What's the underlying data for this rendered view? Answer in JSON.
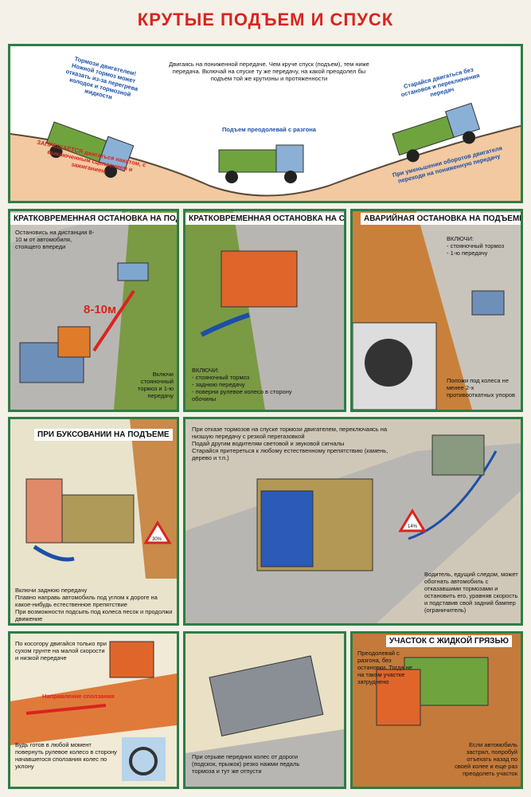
{
  "title": "КРУТЫЕ ПОДЪЕМ И СПУСК",
  "top": {
    "intro": "Двигаясь на пониженной передаче. Чем круче спуск (подъем), тем ниже передача. Включай на спуске ту же передачу, на какой преодолел бы подъем той же крутизны и протяженности",
    "brake_warning": "Тормози двигателем! Ножной тормоз может отказать из-за перегрева колодок и тормозной жидкости",
    "no_coasting": "ЗАПРЕЩАЕТСЯ двигаться накатом, с выключенным сцеплением и зажиганием",
    "climb_momentum": "Подъем преодолевай с разгона",
    "no_stops": "Старайся двигаться без остановок и переключения передач",
    "low_gear": "При уменьшении оборотов двигателя переходи на пониженную передачу"
  },
  "panel_stop_up": {
    "title": "КРАТКОВРЕМЕННАЯ ОСТАНОВКА НА ПОДЪЕМЕ",
    "text1": "Остановись на дистанции 8-10 м от автомобиля, стоящего впереди",
    "distance": "8-10м",
    "text2": "Включи стояночный тормоз и 1-ю передачу"
  },
  "panel_stop_down": {
    "title": "КРАТКОВРЕМЕННАЯ ОСТАНОВКА НА СПУСКЕ",
    "text": "ВКЛЮЧИ:\n- стояночный тормоз\n- заднюю передачу\n- поверни рулевое колесо в сторону обочины"
  },
  "panel_emergency": {
    "title": "АВАРИЙНАЯ ОСТАНОВКА НА ПОДЪЕМЕ",
    "text1": "ВКЛЮЧИ:\n- стояночный тормоз\n- 1-ю передачу",
    "text2": "Положи под колеса не менее 2-х противооткатных упоров"
  },
  "panel_slip": {
    "title": "ПРИ БУКСОВАНИИ НА ПОДЪЕМЕ",
    "sign": "30%",
    "text": "Включи заднюю передачу\nПлавно направь автомобиль под углом к дороге на какое-нибудь естественное препятствие\nПри возможности подсыпь под колеса песок и продолжи движение"
  },
  "panel_brake_fail": {
    "text1": "При отказе тормозов на спуске тормози двигателем, переключаясь на низшую передачу с резкой перегазовкой\nПодай другим водителям световой и звуковой сигналы\nСтарайся притереться к любому естественному препятствию (камень, дерево и т.п.)",
    "sign": "14%",
    "text2": "Водитель, едущий следом, может обогнать автомобиль с отказавшими тормозами и остановить его, уравняв скорость и подставив свой задний бампер (ограничитель)"
  },
  "panel_slope": {
    "text1": "По косогору двигайся только при сухом грунте на малой скорости и низкой передаче",
    "direction": "Направление сползания",
    "text2": "Будь готов в любой момент повернуть рулевое колесо в сторону начавшегося сползания колес по уклону"
  },
  "panel_jump": {
    "text": "При отрыве передних колес от дороги (подскок, прыжок) резко нажми педаль тормоза и тут же отпусти"
  },
  "panel_mud": {
    "title": "УЧАСТОК С ЖИДКОЙ ГРЯЗЬЮ",
    "text1": "Преодолевай с разгона, без остановки. Тогда не на таком участке затруднено",
    "text2": "Если автомобиль застрял, попробуй отъехать назад по своей колее и еще раз преодолеть участок"
  },
  "colors": {
    "frame": "#2e7d46",
    "title": "#d9241d",
    "accent_blue": "#1b4fa8"
  }
}
